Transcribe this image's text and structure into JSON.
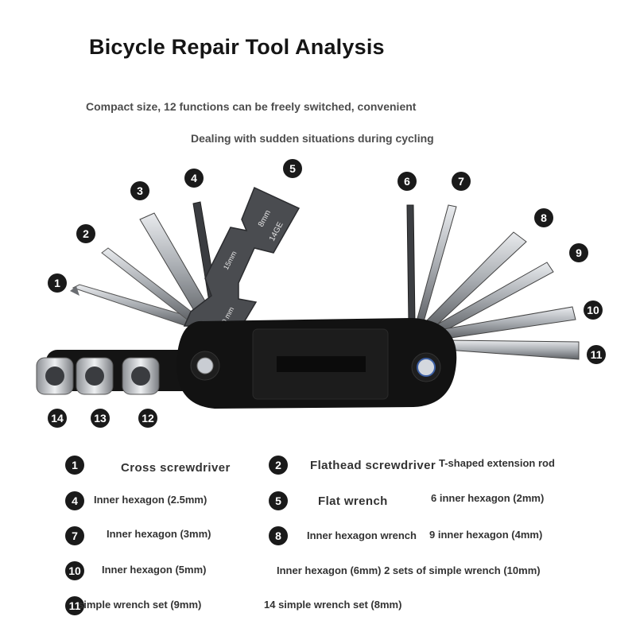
{
  "header": {
    "title": "Bicycle Repair Tool Analysis",
    "subtitle_1": "Compact size, 12 functions can be freely switched, convenient",
    "subtitle_2": "Dealing with sudden situations during cycling"
  },
  "figure": {
    "colors": {
      "handle": "#141414",
      "steel": "#b9bcc0",
      "steel_dark": "#6f7276",
      "wrench": "#4a4c50",
      "bolt": "#d4d8de"
    },
    "callouts": [
      "1",
      "2",
      "3",
      "4",
      "5",
      "6",
      "7",
      "8",
      "9",
      "10",
      "11",
      "12",
      "13",
      "14"
    ],
    "wrench_engravings": [
      "8mm",
      "14GE",
      "15mm",
      "0 mm"
    ]
  },
  "legend": {
    "badges": [
      "1",
      "2",
      "4",
      "5",
      "7",
      "8",
      "10",
      "11"
    ],
    "items": [
      "Cross screwdriver",
      "Flathead screwdriver",
      "T-shaped extension rod",
      "Inner hexagon (2.5mm)",
      "Flat wrench",
      "6 inner hexagon (2mm)",
      "Inner hexagon (3mm)",
      "Inner hexagon wrench",
      "9 inner hexagon (4mm)",
      "Inner hexagon (5mm)",
      "Inner hexagon (6mm) 2 sets of simple wrench (10mm)",
      "simple wrench set (9mm)",
      "14 simple wrench set (8mm)"
    ]
  }
}
